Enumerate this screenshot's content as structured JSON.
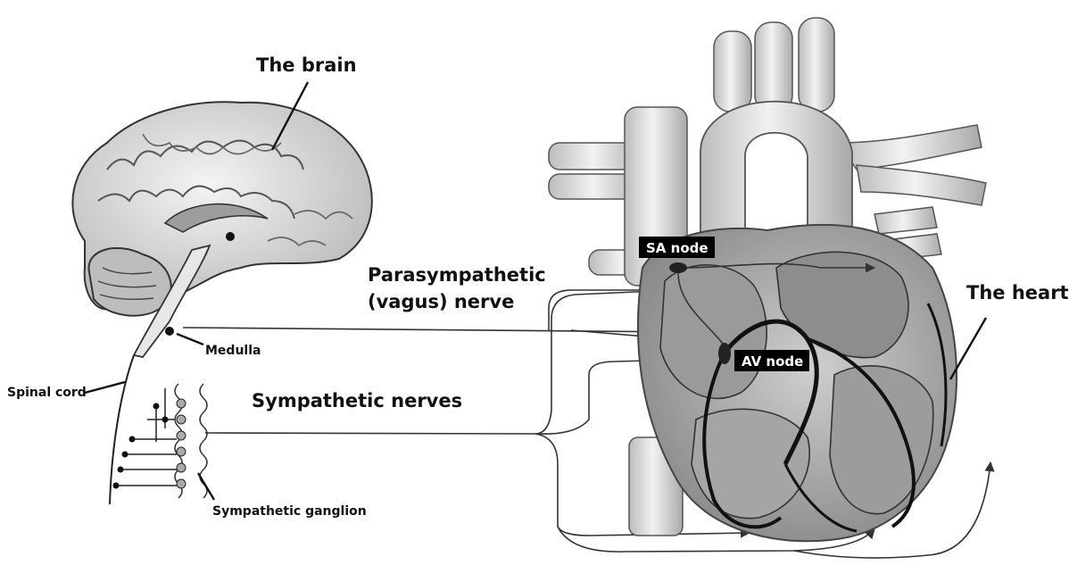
{
  "labels": {
    "brain": "The brain",
    "parasympathetic_line1": "Parasympathetic",
    "parasympathetic_line2": "(vagus) nerve",
    "medulla": "Medulla",
    "spinal_cord": "Spinal cord",
    "sympathetic_nerves": "Sympathetic nerves",
    "sympathetic_ganglion": "Sympathetic ganglion",
    "heart": "The heart",
    "sa_node": "SA node",
    "av_node": "AV node"
  },
  "colors": {
    "node_badge": "#000000",
    "line": "#333333",
    "organ_fill": "#d6d6d6"
  }
}
